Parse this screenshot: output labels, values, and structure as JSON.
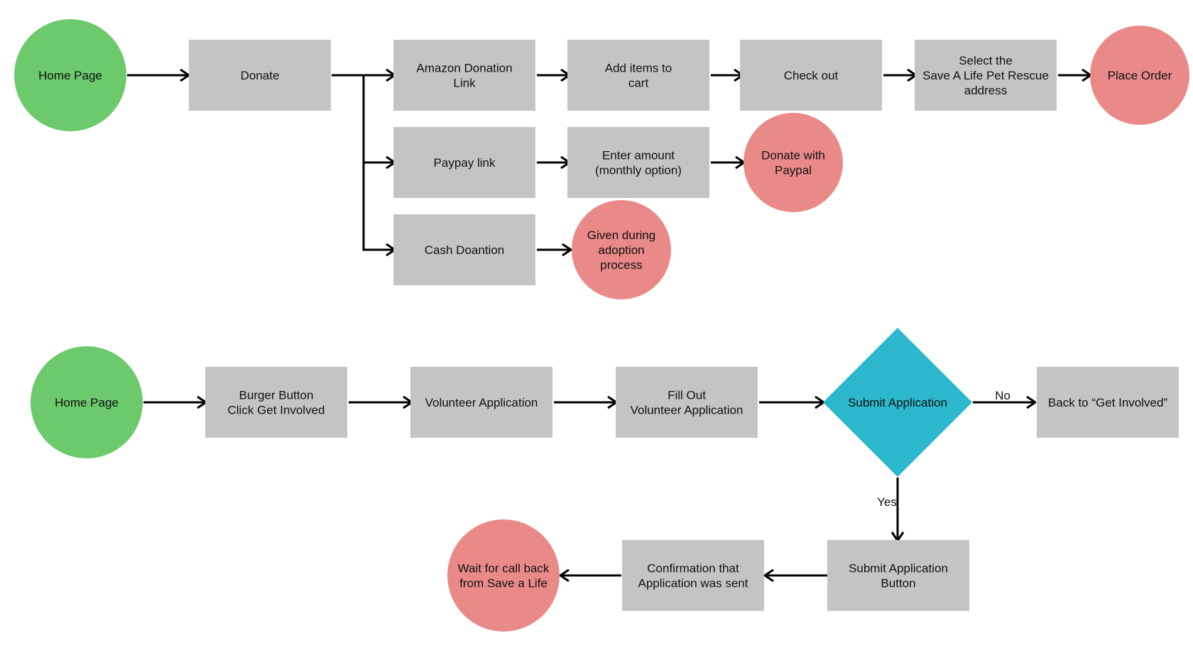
{
  "colors": {
    "start": "#6cc96c",
    "process": "#c4c4c4",
    "end": "#e98a88",
    "decision": "#2bb8cc",
    "line": "#000000",
    "text": "#111111"
  },
  "nodes": {
    "home1": {
      "type": "start",
      "lines": [
        "Home Page"
      ]
    },
    "donate": {
      "type": "process",
      "lines": [
        "Donate"
      ]
    },
    "amazon": {
      "type": "process",
      "lines": [
        "Amazon Donation",
        "Link"
      ]
    },
    "additems": {
      "type": "process",
      "lines": [
        "Add items to",
        "cart"
      ]
    },
    "checkout": {
      "type": "process",
      "lines": [
        "Check out"
      ]
    },
    "selectaddr": {
      "type": "process",
      "lines": [
        "Select the",
        "Save A Life Pet Rescue",
        "address"
      ]
    },
    "placeorder": {
      "type": "end",
      "lines": [
        "Place Order"
      ]
    },
    "paypay": {
      "type": "process",
      "lines": [
        "Paypay link"
      ]
    },
    "enteramount": {
      "type": "process",
      "lines": [
        "Enter amount",
        "(monthly option)"
      ]
    },
    "donatepaypal": {
      "type": "end",
      "lines": [
        "Donate with",
        "Paypal"
      ]
    },
    "cash": {
      "type": "process",
      "lines": [
        "Cash Doantion"
      ]
    },
    "given": {
      "type": "end",
      "lines": [
        "Given during",
        "adoption",
        "process"
      ]
    },
    "home2": {
      "type": "start",
      "lines": [
        "Home Page"
      ]
    },
    "burger": {
      "type": "process",
      "lines": [
        "Burger Button",
        "Click Get Involved"
      ]
    },
    "volapp": {
      "type": "process",
      "lines": [
        "Volunteer Application"
      ]
    },
    "fillout": {
      "type": "process",
      "lines": [
        "Fill Out",
        "Volunteer Application"
      ]
    },
    "submitapp": {
      "type": "decision",
      "lines": [
        "Submit Application"
      ]
    },
    "backto": {
      "type": "process",
      "lines": [
        "Back to “Get Involved”"
      ]
    },
    "submitbtn": {
      "type": "process",
      "lines": [
        "Submit Application",
        "Button"
      ]
    },
    "confirm": {
      "type": "process",
      "lines": [
        "Confirmation that",
        "Application was sent"
      ]
    },
    "wait": {
      "type": "end",
      "lines": [
        "Wait for call back",
        "from Save a Life"
      ]
    }
  },
  "edges": [
    {
      "from": "home1",
      "to": "donate"
    },
    {
      "from": "donate",
      "to": "amazon"
    },
    {
      "from": "donate",
      "to": "paypay"
    },
    {
      "from": "donate",
      "to": "cash"
    },
    {
      "from": "amazon",
      "to": "additems"
    },
    {
      "from": "additems",
      "to": "checkout"
    },
    {
      "from": "checkout",
      "to": "selectaddr"
    },
    {
      "from": "selectaddr",
      "to": "placeorder"
    },
    {
      "from": "paypay",
      "to": "enteramount"
    },
    {
      "from": "enteramount",
      "to": "donatepaypal"
    },
    {
      "from": "cash",
      "to": "given"
    },
    {
      "from": "home2",
      "to": "burger"
    },
    {
      "from": "burger",
      "to": "volapp"
    },
    {
      "from": "volapp",
      "to": "fillout"
    },
    {
      "from": "fillout",
      "to": "submitapp"
    },
    {
      "from": "submitapp",
      "to": "backto",
      "label": "No"
    },
    {
      "from": "submitapp",
      "to": "submitbtn",
      "label": "Yes"
    },
    {
      "from": "submitbtn",
      "to": "confirm"
    },
    {
      "from": "confirm",
      "to": "wait"
    }
  ]
}
